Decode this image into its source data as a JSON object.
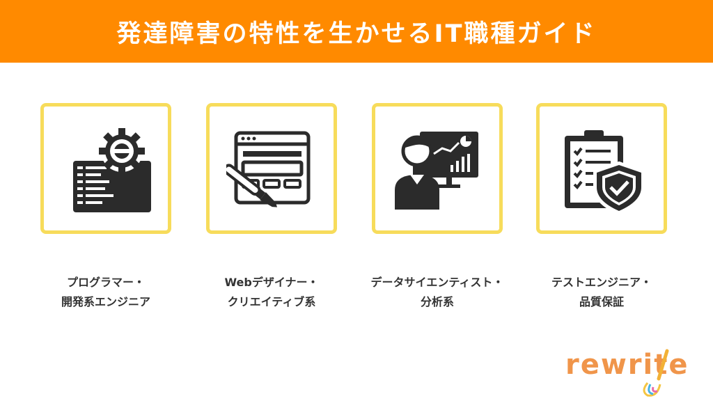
{
  "header": {
    "title": "発達障害の特性を生かせるIT職種ガイド"
  },
  "cards": [
    {
      "icon": "developer-gear-code-icon",
      "label_line1": "プログラマー・",
      "label_line2": "開発系エンジニア"
    },
    {
      "icon": "web-design-brush-icon",
      "label_line1": "Webデザイナー・",
      "label_line2": "クリエイティブ系"
    },
    {
      "icon": "data-analyst-person-screen-icon",
      "label_line1": "データサイエンティスト・",
      "label_line2": "分析系"
    },
    {
      "icon": "clipboard-checklist-shield-icon",
      "label_line1": "テストエンジニア・",
      "label_line2": "品質保証"
    }
  ],
  "logo": {
    "text": "rewrite"
  },
  "colors": {
    "header": "#ff8a00",
    "card_border": "#f7dc5b",
    "icon": "#2b2b2b",
    "label": "#333333",
    "logo": "#f0954a"
  }
}
